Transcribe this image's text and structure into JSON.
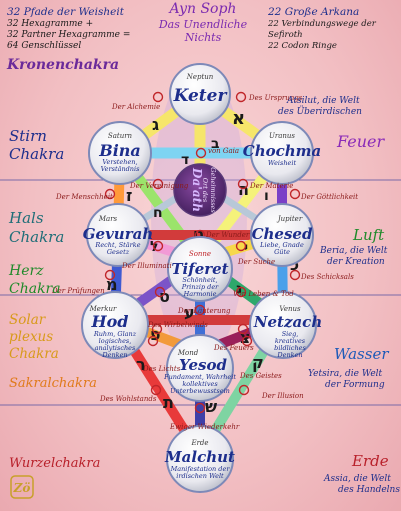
{
  "top_left": {
    "pfade": "32 Pfade der Weisheit",
    "hexagramme": "32 Hexagramme +",
    "partner": "32 Partner Hexagramme =",
    "genschluessel": "64 Genschlüssel"
  },
  "top_center": {
    "title": "Ayn Soph",
    "subtitle_1": "Das Unendliche",
    "subtitle_2": "Nichts"
  },
  "top_right": {
    "arkana": "22 Große Arkana",
    "verbindung_1": "22 Verbindungswege der",
    "verbindung_2": "Sefiroth",
    "codon": "22 Codon Ringe"
  },
  "chakras": {
    "krone": "Kronenchakra",
    "stirn_1": "Stirn",
    "stirn_2": "Chakra",
    "hals_1": "Hals",
    "hals_2": "Chakra",
    "herz_1": "Herz",
    "herz_2": "Chakra",
    "solar_1": "Solar",
    "solar_2": "plexus",
    "solar_3": "Chakra",
    "sakral": "Sakralchakra",
    "wurzel": "Wurzelchakra"
  },
  "worlds": {
    "atziluth_1": "Atsilut, die Welt",
    "atziluth_2": "des Überirdischen",
    "feuer": "Feuer",
    "luft": "Luft",
    "beria_1": "Beria, die Welt",
    "beria_2": "der Kreation",
    "wasser": "Wasser",
    "yetsira_1": "Yetsira, die Welt",
    "yetsira_2": "der Formung",
    "erde": "Erde",
    "assia_1": "Assia, die Welt",
    "assia_2": "des Handelns"
  },
  "sephiroth": {
    "keter": {
      "planet": "Neptun",
      "name": "Keter"
    },
    "bina": {
      "planet": "Saturn",
      "name": "Bina",
      "desc_1": "Verstehen,",
      "desc_2": "Verständnis"
    },
    "chochma": {
      "planet": "Uranus",
      "name": "Chochma",
      "desc_1": "Weisheit"
    },
    "daath": {
      "name": "Da'ath",
      "desc_1": "Ort des",
      "desc_2": "Geheimnisses"
    },
    "gevurah": {
      "planet": "Mars",
      "name": "Gevurah",
      "desc_1": "Recht, Stärke",
      "desc_2": "Gesetz"
    },
    "chesed": {
      "planet": "Jupiter",
      "name": "Chesed",
      "desc_1": "Liebe, Gnade",
      "desc_2": "Güte"
    },
    "tiferet": {
      "planet": "Sonne",
      "name": "Tiferet",
      "desc_1": "Schönheit,",
      "desc_2": "Prinzip der",
      "desc_3": "Harmonie"
    },
    "hod": {
      "planet": "Merkur",
      "name": "Hod",
      "desc_1": "Ruhm, Glanz",
      "desc_2": "logisches,",
      "desc_3": "analytisches",
      "desc_4": "Denken"
    },
    "netzach": {
      "planet": "Venus",
      "name": "Netzach",
      "desc_1": "Sieg,",
      "desc_2": "kreatives",
      "desc_3": "bildliches",
      "desc_4": "Denken"
    },
    "yesod": {
      "planet": "Mond",
      "name": "Yesod",
      "desc_1": "Fundament, Wahrheit",
      "desc_2": "kollektives",
      "desc_3": "Unterbewusstsein"
    },
    "malchut": {
      "planet": "Erde",
      "name": "Malchut",
      "desc_1": "Manifestation der",
      "desc_2": "irdischen Welt"
    }
  },
  "paths": {
    "alchemie": "Der Alchemie",
    "ursprungs": "Des Ursprungs",
    "gaia": "von Gaia",
    "vereinigung": "Der Vereinigung",
    "materie": "Der Materie",
    "menschheit": "Der Menschheit",
    "goettlichkeit": "Der Göttlichkeit",
    "wunder": "Der Wunder",
    "illuminati": "Der Illuminati",
    "suche": "Der Suche",
    "pruefungen": "Der Prüfungen",
    "leben_tod": "Von Leben & Tod",
    "schicksals": "Des Schicksals",
    "laeuterung": "Der Läuterung",
    "wirbelwinds": "Des Wirbelwinds",
    "feuers": "Des Feuers",
    "lichts": "Des Lichts",
    "geistes": "Des Geistes",
    "wohlstands": "Des Wohlstands",
    "illusion": "Der Illusion",
    "wiederkehr": "Ewiger Wiederkehr",
    "ewiger": "Ewiger"
  },
  "hebrew": [
    "א",
    "ב",
    "ג",
    "ד",
    "ה",
    "ו",
    "ז",
    "ח",
    "ט",
    "י",
    "כ",
    "ל",
    "מ",
    "נ",
    "ס",
    "ע",
    "פ",
    "צ",
    "ק",
    "ר",
    "ש",
    "ת"
  ],
  "logo_text": "Zö"
}
